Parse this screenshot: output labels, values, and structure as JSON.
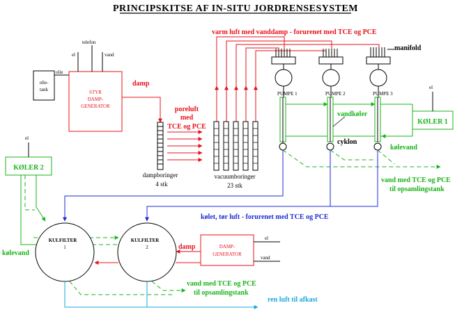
{
  "title": "PRINCIPSKITSE AF IN-SITU JORDRENSESYSTEM",
  "colors": {
    "black": "#000000",
    "red": "#e8101a",
    "green": "#19b319",
    "blue": "#1a2ad6",
    "cyan": "#19a8d8"
  },
  "labels": {
    "varm_luft": "varm luft med vanddamp - forurenet med TCE og PCE",
    "manifold": "manifold",
    "pumpe1": "PUMPE 1",
    "pumpe2": "PUMPE 2",
    "pumpe3": "PUMPE 3",
    "el": "el",
    "telefon": "telefon",
    "vand": "vand",
    "olie": "olie",
    "olietank_1": "olie-",
    "olietank_2": "tank",
    "styr_1": "STYR",
    "styr_2": "DAMP-",
    "styr_3": "GENERATOR",
    "damp": "damp",
    "poreluft_1": "poreluft",
    "poreluft_2": "med",
    "poreluft_3": "TCE og PCE",
    "dampboringer": "dampboringer",
    "dampboringer_stk": "4 stk",
    "vacuumboringer": "vacuumboringer",
    "vacuumboringer_stk": "23 stk",
    "vandkoler": "vandkøler",
    "cyklon": "cyklon",
    "koler1": "KØLER 1",
    "kolevand": "kølevand",
    "koler2": "KØLER 2",
    "vand_tce_1": "vand med TCE og PCE",
    "vand_tce_2": "til opsamlingstank",
    "kolet_luft": "kølet, tør luft - forurenet med TCE og PCE",
    "kulfilter1_a": "KULFILTER",
    "kulfilter1_b": "1",
    "kulfilter2_a": "KULFILTER",
    "kulfilter2_b": "2",
    "damp_gen_1": "DAMP-",
    "damp_gen_2": "GENERATOR",
    "ren_luft": "ren luft til afkast"
  }
}
